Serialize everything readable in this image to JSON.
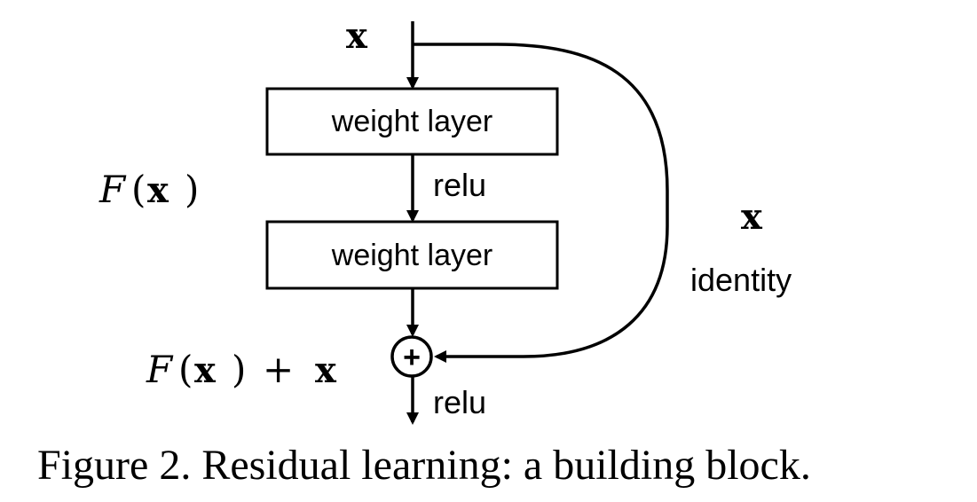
{
  "diagram": {
    "input_label": "x",
    "layer1_label": "weight layer",
    "activation1_label": "relu",
    "layer2_label": "weight layer",
    "fx": {
      "script": "F",
      "open_paren": "(",
      "var": "x",
      "close_paren": ")"
    },
    "fx_plus_x": {
      "script": "F",
      "open_paren": "(",
      "var": "x",
      "close_paren": ")",
      "plus": "+",
      "var2": "x"
    },
    "shortcut_var_label": "x",
    "shortcut_label": "identity",
    "sum_symbol": "+",
    "activation2_label": "relu",
    "colors": {
      "stroke": "#000000",
      "background": "#ffffff"
    }
  },
  "caption": "Figure 2. Residual learning: a building block."
}
